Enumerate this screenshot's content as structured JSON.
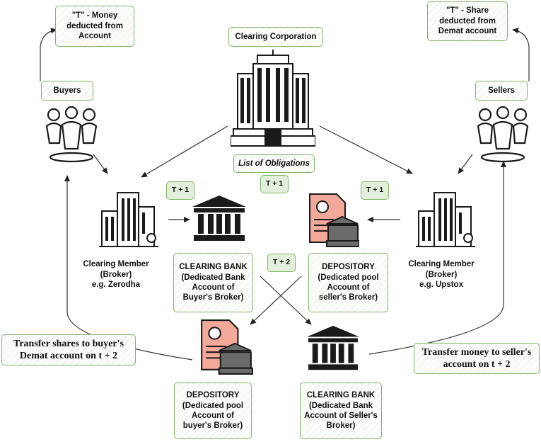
{
  "top_boxes": {
    "money_deducted": "\"T\" - Money deducted from Account",
    "share_deducted": "\"T\" - Share deducted from Demat account"
  },
  "clearing_corporation": "Clearing Corporation",
  "list_of_obligations": "List of Obligations",
  "buyers": "Buyers",
  "sellers": "Sellers",
  "t_labels": {
    "t1_left": "T + 1",
    "t1_center": "T + 1",
    "t1_right": "T + 1",
    "t2_center": "T + 2"
  },
  "member_left": "Clearing Member\n(Broker)\ne.g. Zerodha",
  "member_right": "Clearing Member\n(Broker)\ne.g. Upstox",
  "clearing_bank_buyer": "CLEARING BANK\n(Dedicated Bank\nAccount of\nBuyer's Broker)",
  "depository_seller": "DEPOSITORY\n(Dedicated pool\nAccount of\nseller's Broker)",
  "depository_buyer": "DEPOSITORY\n(Dedicated pool\nAccount of\nbuyer's Broker)",
  "clearing_bank_seller": "CLEARING BANK\n(Dedicated Bank\nAccount of Seller's\nBroker)",
  "transfer_shares": "Transfer shares to buyer's Demat account on t + 2",
  "transfer_money": "Transfer money to seller's account on t + 2",
  "colors": {
    "box_fill": "#e2efda",
    "box_border": "#82b366",
    "doc_pink": "#f2a99a",
    "icon_dark": "#1a1a1a"
  }
}
